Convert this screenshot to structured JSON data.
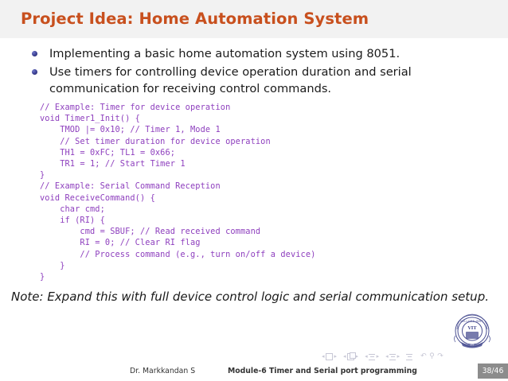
{
  "slide": {
    "title": "Project Idea: Home Automation System",
    "bullets": [
      "Implementing a basic home automation system using 8051.",
      "Use timers for controlling device operation duration and serial communication for receiving control commands."
    ],
    "code": "// Example: Timer for device operation\nvoid Timer1_Init() {\n    TMOD |= 0x10; // Timer 1, Mode 1\n    // Set timer duration for device operation\n    TH1 = 0xFC; TL1 = 0x66;\n    TR1 = 1; // Start Timer 1\n}\n// Example: Serial Command Reception\nvoid ReceiveCommand() {\n    char cmd;\n    if (RI) {\n        cmd = SBUF; // Read received command\n        RI = 0; // Clear RI flag\n        // Process command (e.g., turn on/off a device)\n    }\n}",
    "note": "Note: Expand this with full device control logic and serial communication setup."
  },
  "footer": {
    "author": "Dr. Markkandan S",
    "section": "Module-6  Timer and Serial port programming",
    "page": "38/46"
  },
  "logo": {
    "name": "vit-university-crest",
    "top_text": "VELLORE INSTITUTE OF",
    "initials": "VIT"
  },
  "colors": {
    "title": "#c8501e",
    "code": "#8e3fbe",
    "bullet": "#3b3f92",
    "header_band": "#f2f2f2",
    "page_box": "#8c8c8c",
    "text": "#1a1a1a"
  },
  "nav_symbols": {
    "first_frame": "first-frame-icon",
    "prev_frame": "previous-frame-icon",
    "next_frame": "next-frame-icon",
    "last_frame": "last-frame-icon",
    "back": "back-icon",
    "forward": "forward-icon",
    "search": "search-icon"
  }
}
